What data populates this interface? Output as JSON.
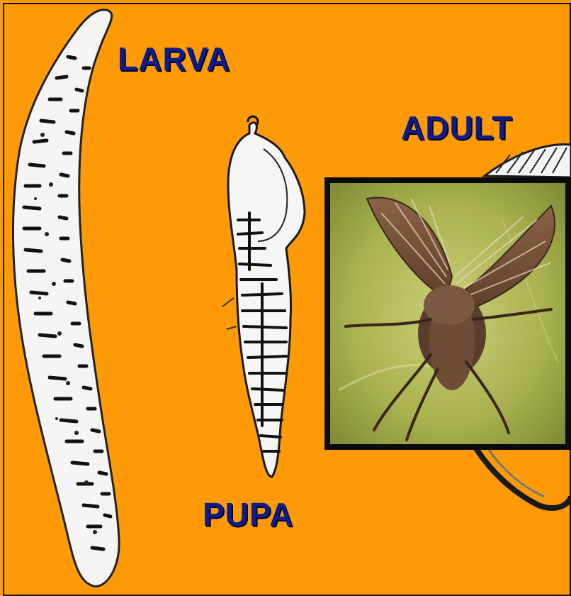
{
  "colors": {
    "background": "#fd9a05",
    "label": "#0d1c86",
    "drawing_fill": "#f4f4f4",
    "drawing_ink": "#111111",
    "leaf": "#a8b44c"
  },
  "labels": {
    "larva": "LARVA",
    "adult": "ADULT",
    "pupa": "PUPA"
  },
  "icons": {
    "larva": "larva-drawing-icon",
    "pupa": "pupa-drawing-icon",
    "adult_photo": "moth-fly-photo-icon"
  }
}
